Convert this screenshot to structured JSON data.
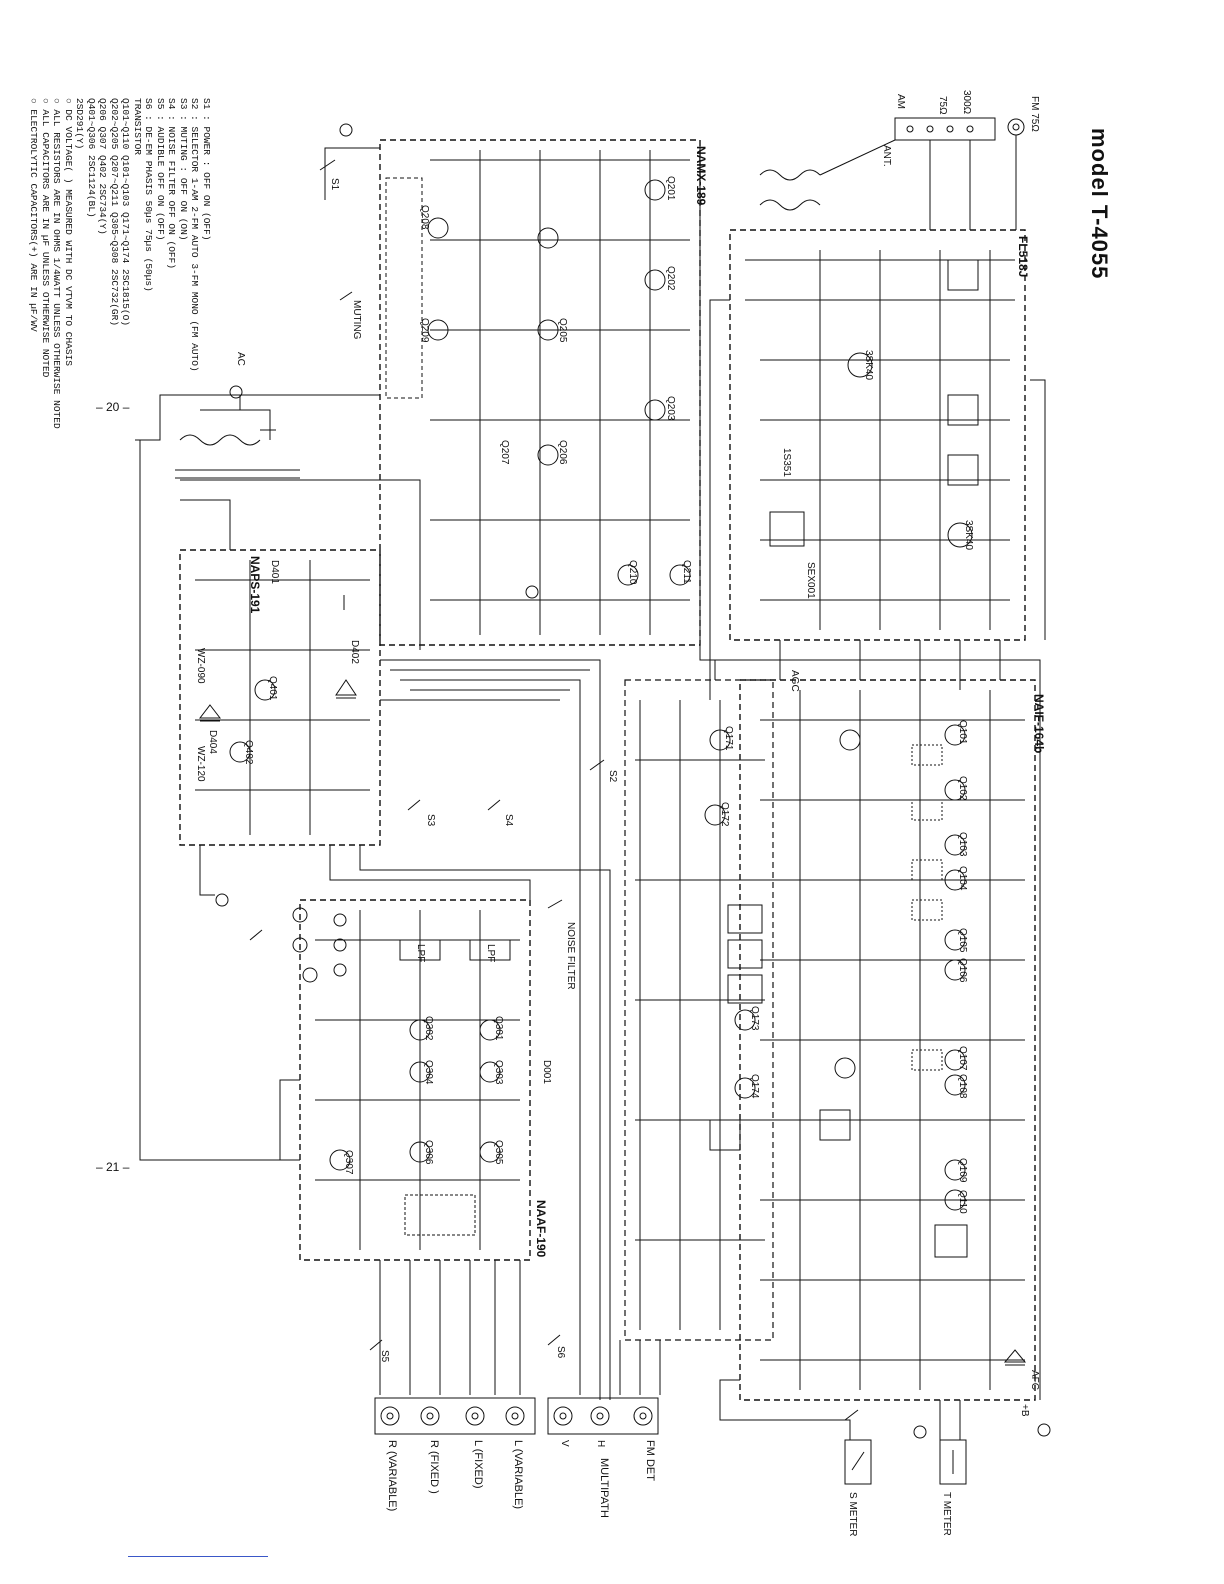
{
  "title": "model T-4055",
  "notes": [
    "S1 : POWER : OFF ON (OFF)",
    "S2 : SELECTOR 1-AM 2-FM AUTO 3-FM MONO (FM AUTO)",
    "S3 : MUTING : OFF ON (ON)",
    "S4 : NOISE FILTER  OFF ON (OFF)",
    "S5 : AUDIBLE OFF ON (OFF)",
    "S6 : DE-EM PHASIS 50µs 75µs (50µs)",
    "TRANSISTOR",
    "Q101~Q110  Q101~Q103  Q171~Q174   2SC1815(O)",
    "Q202~Q205  Q207~Q211  Q305~Q308   2SC732(GR)",
    "Q206  Q307  Q402                  2SC734(Y)",
    "Q401~Q306                         2SC1124(BL)",
    "                                  2SD291(Y)",
    "○ DC VOLTAGE(   ) MEASURED WITH DC VTVM TO CHASIS",
    "○ ALL RESISTORS ARE IN OHMS 1/4WATT UNLESS OTHERWISE NOTED",
    "○ ALL CAPACITORS ARE IN µF UNLESS OTHERWISE NOTED",
    "○ ELECTROLYTIC CAPACITORS(+) ARE IN µF/WV"
  ],
  "page_numbers": {
    "left": "– 20 –",
    "right": "– 21 –"
  },
  "modules": {
    "fl518j": "FL518J",
    "namx189": "NAMX-189",
    "naif164b": "NAIF-164b",
    "naps191": "NAPS-191",
    "naaf190": "NAAF-190"
  },
  "antenna": {
    "ant": "ANT.",
    "am": "AM",
    "fm75": "FM 75Ω",
    "ohm75": "75Ω",
    "ohm300": "300Ω"
  },
  "controls": {
    "muting": "MUTING",
    "ac": "AC",
    "noise_filter": "NOISE FILTER",
    "s_meter": "S METER",
    "t_meter": "T METER"
  },
  "jacks": {
    "fm_det": "FM DET",
    "multipath": "MULTIPATH",
    "h": "H",
    "v": "V",
    "l_variable": "L (VARIABLE)",
    "l_fixed": "L (FIXED)",
    "r_fixed": "R (FIXED )",
    "r_variable": "R (VARIABLE)"
  },
  "refs": {
    "q201": "Q201",
    "q202": "Q202",
    "q203": "Q203",
    "q205": "Q205",
    "q206": "Q206",
    "q207": "Q207",
    "q208": "Q208",
    "q209": "Q209",
    "q210": "Q210",
    "q211": "Q211",
    "q101": "Q101",
    "q102": "Q102",
    "q103": "Q103",
    "q104": "Q104",
    "q105": "Q105",
    "q106": "Q106",
    "q107": "Q107",
    "q108": "Q108",
    "q109": "Q109",
    "q110": "Q110",
    "q171": "Q171",
    "q172": "Q172",
    "q173": "Q173",
    "q174": "Q174",
    "q301": "Q301",
    "q302": "Q302",
    "q303": "Q303",
    "q304": "Q304",
    "q305": "Q305",
    "q306": "Q306",
    "q307": "Q307",
    "q401": "Q401",
    "q402": "Q402",
    "k3sk40a": "3SK40",
    "k3sk40b": "3SK40",
    "d1s351": "1S351",
    "sex001": "SEX001",
    "d401": "D401",
    "d402": "D402",
    "d404": "D404",
    "wz090": "WZ-090",
    "wz120": "WZ-120",
    "l_pf1": "LPF",
    "l_pf2": "LPF",
    "d001": "D001",
    "s1": "S1",
    "s2": "S2",
    "s3": "S3",
    "s4": "S4",
    "s5": "S5",
    "s6": "S6",
    "agc": "AGC",
    "afc": "AFC",
    "plus_b": "+B"
  }
}
